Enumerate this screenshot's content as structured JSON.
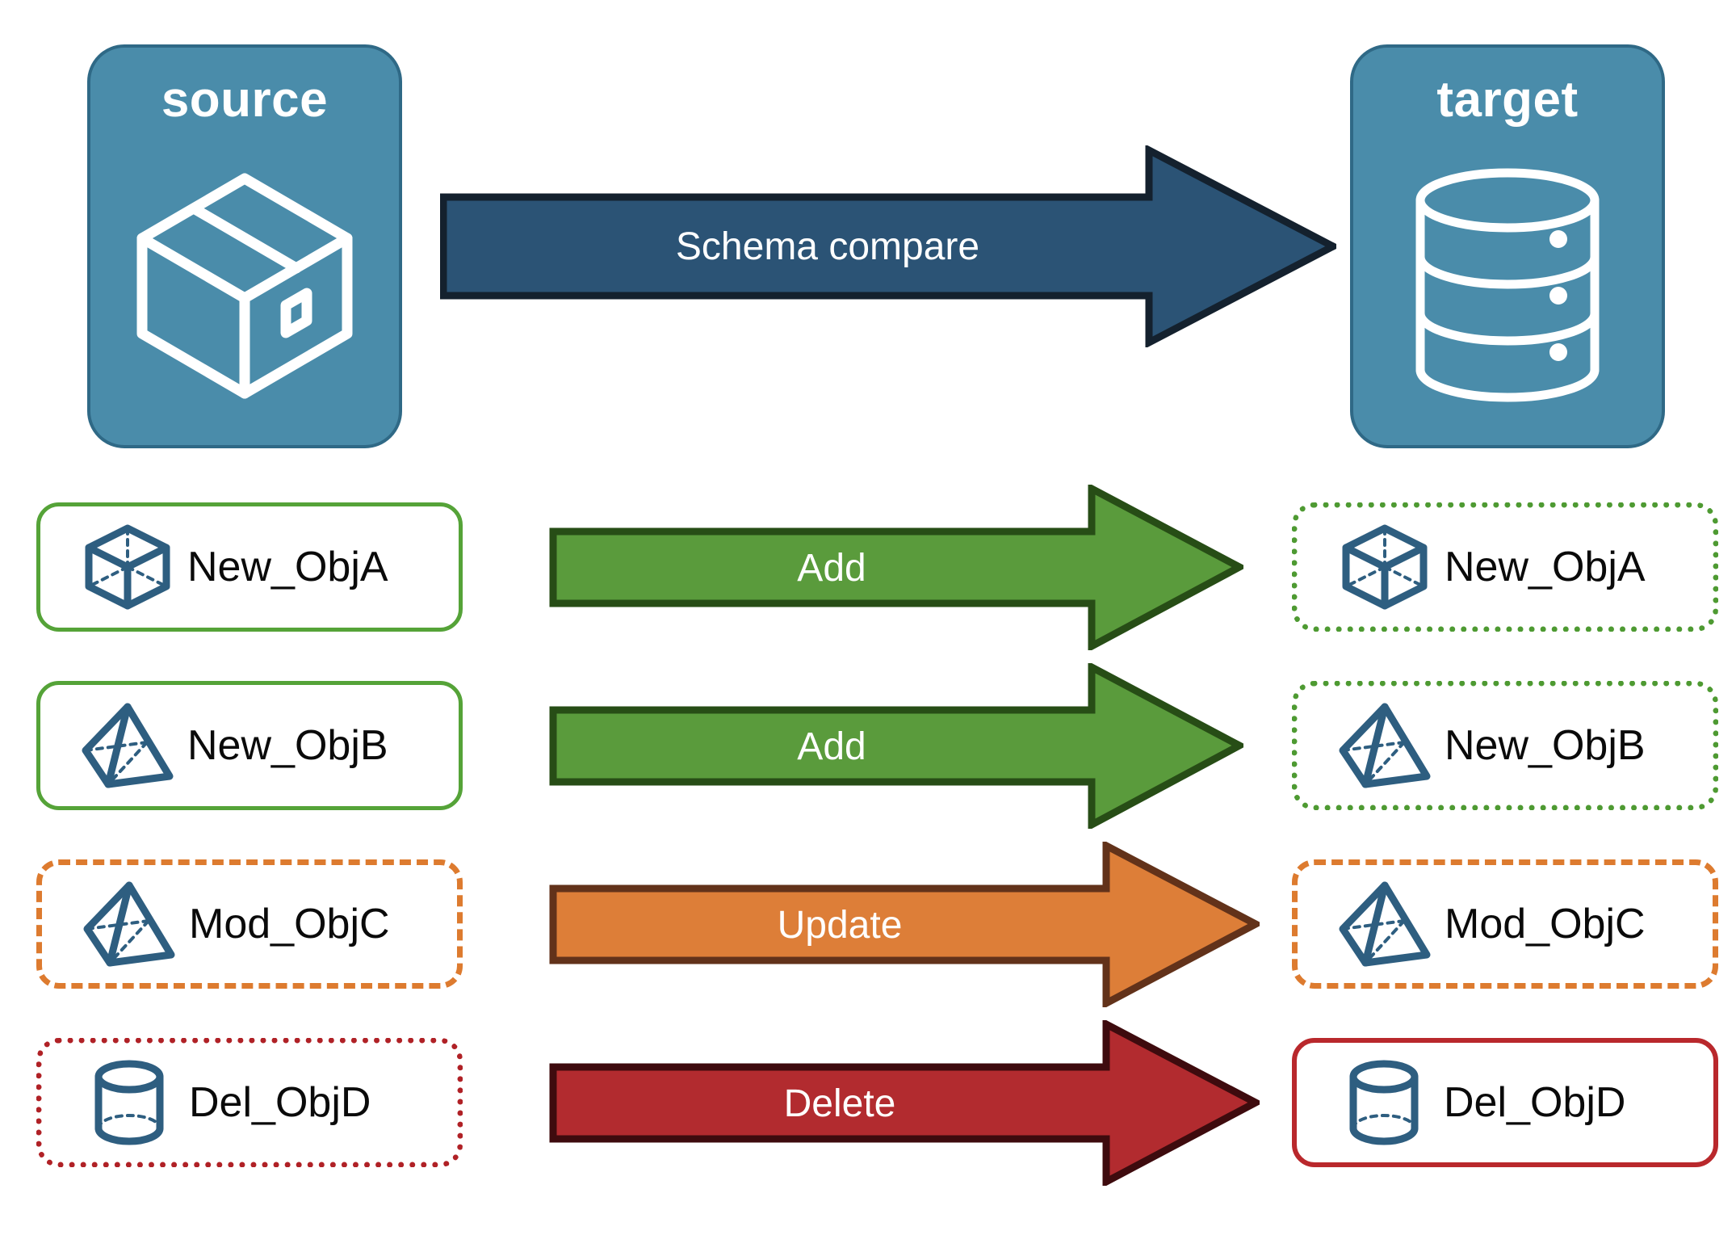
{
  "diagram": {
    "title": "Schema compare source to target",
    "endpoints": [
      {
        "id": "source",
        "label": "source",
        "icon": "package-box-icon"
      },
      {
        "id": "target",
        "label": "target",
        "icon": "database-cylinder-icon"
      }
    ],
    "main_arrow": {
      "label": "Schema compare",
      "fill": "#2B5375",
      "stroke": "#14212E",
      "text_color": "#FFFFFF"
    },
    "rows": [
      {
        "source": {
          "label": "New_ObjA",
          "icon": "cube-wireframe-icon",
          "border_style": "solid",
          "border_color": "#55A338"
        },
        "action": {
          "label": "Add",
          "fill": "#5A9B3C",
          "stroke": "#274D16",
          "text_color": "#FFFFFF"
        },
        "target": {
          "label": "New_ObjA",
          "icon": "cube-wireframe-icon",
          "border_style": "dotted",
          "border_color": "#4E9A32"
        }
      },
      {
        "source": {
          "label": "New_ObjB",
          "icon": "pyramid-wireframe-icon",
          "border_style": "solid",
          "border_color": "#55A338"
        },
        "action": {
          "label": "Add",
          "fill": "#5A9B3C",
          "stroke": "#274D16",
          "text_color": "#FFFFFF"
        },
        "target": {
          "label": "New_ObjB",
          "icon": "pyramid-wireframe-icon",
          "border_style": "dotted",
          "border_color": "#4E9A32"
        }
      },
      {
        "source": {
          "label": "Mod_ObjC",
          "icon": "pyramid-wireframe-icon",
          "border_style": "dashed",
          "border_color": "#DD7B2F"
        },
        "action": {
          "label": "Update",
          "fill": "#DD7E38",
          "stroke": "#62321A",
          "text_color": "#FFFFFF"
        },
        "target": {
          "label": "Mod_ObjC",
          "icon": "pyramid-wireframe-icon",
          "border_style": "dashed",
          "border_color": "#DD7B2F"
        }
      },
      {
        "source": {
          "label": "Del_ObjD",
          "icon": "cylinder-wireframe-icon",
          "border_style": "dotted",
          "border_color": "#B02126"
        },
        "action": {
          "label": "Delete",
          "fill": "#B22B2F",
          "stroke": "#3E0B0E",
          "text_color": "#FFFFFF"
        },
        "target": {
          "label": "Del_ObjD",
          "icon": "cylinder-wireframe-icon",
          "border_style": "solid",
          "border_color": "#B9282C"
        }
      }
    ],
    "colors": {
      "endpoint_fill": "#4A8CAA",
      "endpoint_stroke": "#2F6986",
      "object_icon_stroke": "#2E5E80",
      "label_text": "#0A0A0A",
      "canvas": "#FFFFFF"
    }
  }
}
